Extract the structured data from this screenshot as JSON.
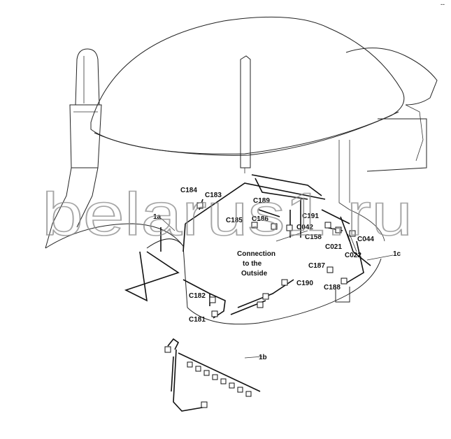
{
  "corner_mark": "‐-",
  "watermark": "belarus1.ru",
  "labels": {
    "c184": "C184",
    "c183": "C183",
    "c189": "C189",
    "c185": "C185",
    "c186": "C186",
    "c191": "C191",
    "c042": "C042",
    "c158": "C158",
    "c021": "C021",
    "c044": "C044",
    "c022": "C022",
    "c187": "C187",
    "c190": "C190",
    "c188": "C188",
    "c182": "C182",
    "c181": "C181",
    "harness_1a": "1a",
    "harness_1b": "1b",
    "harness_1c": "1c",
    "connection_line1": "Connection",
    "connection_line2": "to the",
    "connection_line3": "Outside"
  }
}
